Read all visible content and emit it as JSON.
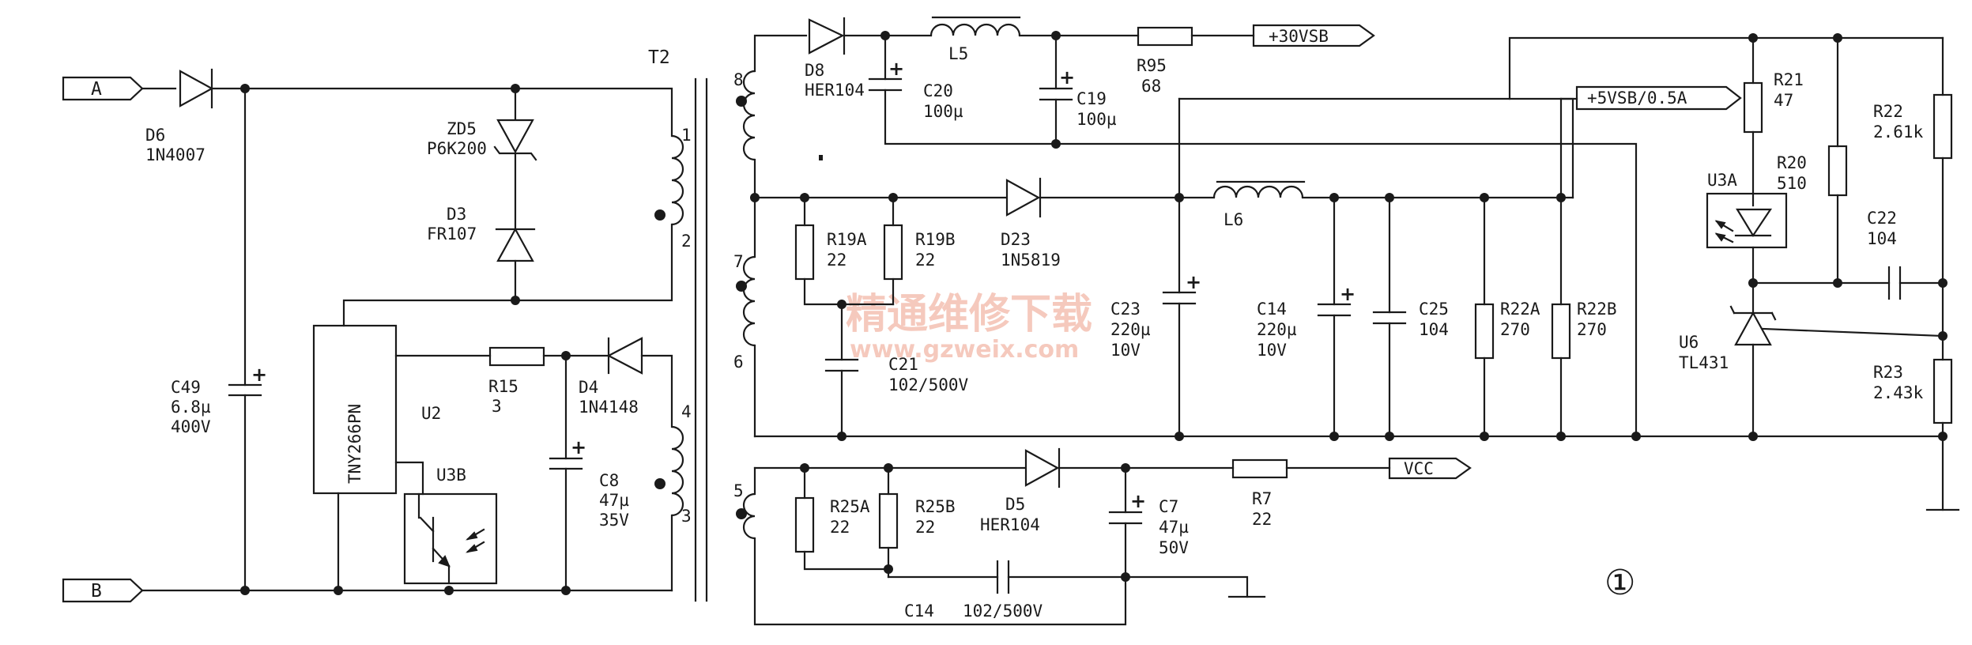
{
  "ports": {
    "a": "A",
    "b": "B",
    "p30": "+30VSB",
    "p5": "+5VSB/0.5A",
    "vcc": "VCC"
  },
  "t2": "T2",
  "pins": {
    "p1": "1",
    "p2": "2",
    "p3": "3",
    "p4": "4",
    "p5": "5",
    "p6": "6",
    "p7": "7",
    "p8": "8"
  },
  "d6": {
    "ref": "D6",
    "val": "1N4007"
  },
  "zd5": {
    "ref": "ZD5",
    "val": "P6K200"
  },
  "d3": {
    "ref": "D3",
    "val": "FR107"
  },
  "c49": {
    "ref": "C49",
    "val": "6.8µ",
    "volt": "400V"
  },
  "u2": {
    "ref": "U2",
    "part": "TNY266PN"
  },
  "r15": {
    "ref": "R15",
    "val": "3"
  },
  "d4": {
    "ref": "D4",
    "val": "1N4148"
  },
  "c8": {
    "ref": "C8",
    "val": "47µ",
    "volt": "35V"
  },
  "u3b": {
    "ref": "U3B"
  },
  "d8": {
    "ref": "D8",
    "val": "HER104"
  },
  "l5": {
    "ref": "L5"
  },
  "c20": {
    "ref": "C20",
    "val": "100µ"
  },
  "c19": {
    "ref": "C19",
    "val": "100µ"
  },
  "r95": {
    "ref": "R95",
    "val": "68"
  },
  "r19a": {
    "ref": "R19A",
    "val": "22"
  },
  "r19b": {
    "ref": "R19B",
    "val": "22"
  },
  "d23": {
    "ref": "D23",
    "val": "1N5819"
  },
  "c21": {
    "ref": "C21",
    "val": "102/500V"
  },
  "c23": {
    "ref": "C23",
    "val": "220µ",
    "volt": "10V"
  },
  "l6": {
    "ref": "L6"
  },
  "c14": {
    "ref": "C14",
    "val": "220µ",
    "volt": "10V"
  },
  "c25": {
    "ref": "C25",
    "val": "104"
  },
  "r22a": {
    "ref": "R22A",
    "val": "270"
  },
  "r22b": {
    "ref": "R22B",
    "val": "270"
  },
  "r21": {
    "ref": "R21",
    "val": "47"
  },
  "r20": {
    "ref": "R20",
    "val": "510"
  },
  "r22": {
    "ref": "R22",
    "val": "2.61k"
  },
  "u3a": {
    "ref": "U3A"
  },
  "c22": {
    "ref": "C22",
    "val": "104"
  },
  "u6": {
    "ref": "U6",
    "val": "TL431"
  },
  "r23": {
    "ref": "R23",
    "val": "2.43k"
  },
  "r25a": {
    "ref": "R25A",
    "val": "22"
  },
  "r25b": {
    "ref": "R25B",
    "val": "22"
  },
  "d5": {
    "ref": "D5",
    "val": "HER104"
  },
  "c7": {
    "ref": "C7",
    "val": "47µ",
    "volt": "50V"
  },
  "r7": {
    "ref": "R7",
    "val": "22"
  },
  "c14b": {
    "ref": "C14",
    "val": "102/500V"
  },
  "figure_number": "①",
  "watermark": {
    "cn": "精通维修下载",
    "url": "www.gzweix.com"
  }
}
